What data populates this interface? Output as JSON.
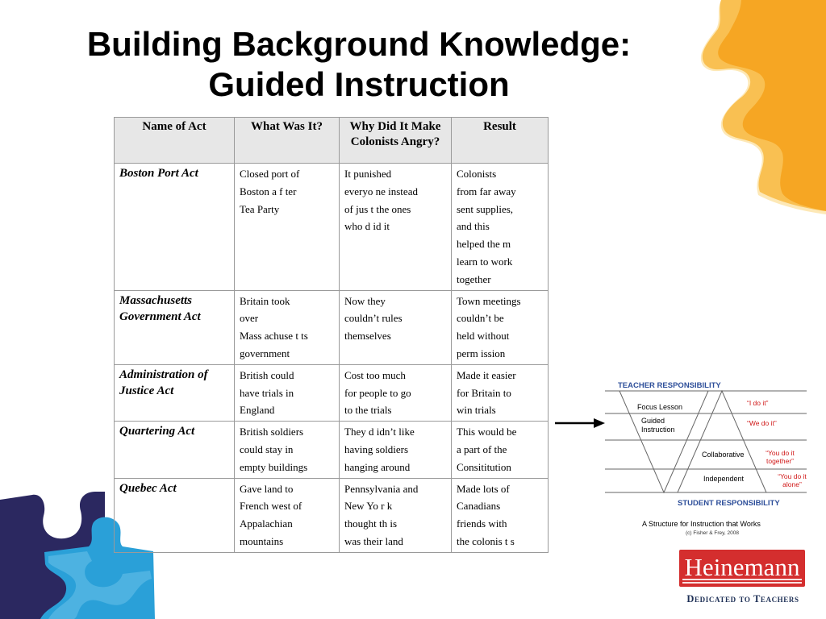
{
  "slide": {
    "title_line1": "Building Background Knowledge:",
    "title_line2": "Guided Instruction"
  },
  "table": {
    "headers": [
      "Name of Act",
      "What Was It?",
      "Why Did It Make Colonists Angry?",
      "Result"
    ],
    "rows": [
      {
        "name": "Boston Port Act",
        "what": [
          "Closed port of",
          "Boston a   f ter",
          "Tea   Party"
        ],
        "why": [
          "It punished",
          "everyo ne  instead",
          "of jus    t the ones",
          "who d   id  it"
        ],
        "result": [
          "Colonists",
          "from far away",
          "sent supplies,",
          "and this",
          "helped the     m",
          "learn to work",
          "together"
        ]
      },
      {
        "name": "Massachusetts Government Act",
        "what": [
          "Britain took",
          "over",
          "Mass  achuse    t ts",
          "government"
        ],
        "why": [
          "Now they",
          "couldn’t rules",
          "themselves"
        ],
        "result": [
          "Town    meetings",
          "couldn’t be",
          "held without",
          "perm ission"
        ]
      },
      {
        "name": "Administration of Justice Act",
        "what": [
          "British could",
          "have trials in",
          "England"
        ],
        "why": [
          "Cost too much",
          "for people to go",
          "to the trials"
        ],
        "result": [
          "Made it easier",
          "for Britain to",
          "win trials"
        ]
      },
      {
        "name": "Quartering Act",
        "what": [
          "British soldiers",
          "could stay in",
          "empty buildings"
        ],
        "why": [
          "They d   idn’t   like",
          "having soldiers",
          "hanging around"
        ],
        "result": [
          "This would       be",
          "a part of the",
          "Consititution"
        ]
      },
      {
        "name": "Quebec Act",
        "what": [
          "Gave land to",
          "French west of",
          "Appalachian",
          "mountains"
        ],
        "why": [
          "Pennsylvania    and",
          "New Yo  r k",
          "thought th       is",
          "was their land"
        ],
        "result": [
          "Made lots of",
          "Canadians",
          "friends with",
          "the colonis      t s"
        ]
      }
    ]
  },
  "diagram": {
    "top_label": "TEACHER RESPONSIBILITY",
    "bottom_label": "STUDENT RESPONSIBILITY",
    "steps": [
      "Focus Lesson",
      "Guided Instruction",
      "Collaborative",
      "Independent"
    ],
    "quotes": [
      "“I do it”",
      "“We do it”",
      "“You do it together”",
      "“You do it alone”"
    ],
    "caption": "A Structure for Instruction that Works",
    "credit": "(c) Fisher & Frey, 2008"
  },
  "logo": {
    "name": "Heinemann",
    "tagline": "Dedicated to Teachers"
  },
  "colors": {
    "orange_piece": "#f6a623",
    "blue_piece": "#2aa0d8",
    "navy_piece": "#2b2860",
    "logo_red": "#d42e2e",
    "diagram_blue": "#2e4f9a",
    "diagram_red": "#d01818"
  }
}
